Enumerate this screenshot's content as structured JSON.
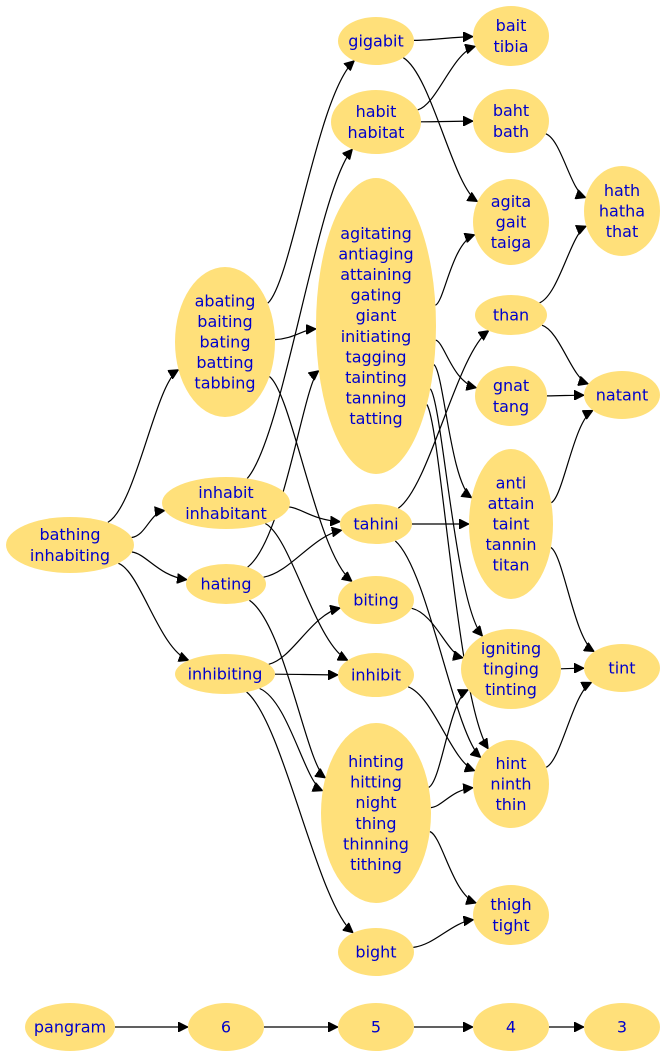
{
  "nodes": [
    {
      "id": "bathing",
      "lines": [
        "bathing",
        "inhabiting"
      ]
    },
    {
      "id": "abating",
      "lines": [
        "abating",
        "baiting",
        "bating",
        "batting",
        "tabbing"
      ]
    },
    {
      "id": "inhabit",
      "lines": [
        "inhabit",
        "inhabitant"
      ]
    },
    {
      "id": "hating",
      "lines": [
        "hating"
      ]
    },
    {
      "id": "inhibiting",
      "lines": [
        "inhibiting"
      ]
    },
    {
      "id": "gigabit",
      "lines": [
        "gigabit"
      ]
    },
    {
      "id": "habit",
      "lines": [
        "habit",
        "habitat"
      ]
    },
    {
      "id": "agitating",
      "lines": [
        "agitating",
        "antiaging",
        "attaining",
        "gating",
        "giant",
        "initiating",
        "tagging",
        "tainting",
        "tanning",
        "tatting"
      ]
    },
    {
      "id": "tahini",
      "lines": [
        "tahini"
      ]
    },
    {
      "id": "biting",
      "lines": [
        "biting"
      ]
    },
    {
      "id": "inhibit",
      "lines": [
        "inhibit"
      ]
    },
    {
      "id": "hinting",
      "lines": [
        "hinting",
        "hitting",
        "night",
        "thing",
        "thinning",
        "tithing"
      ]
    },
    {
      "id": "bight",
      "lines": [
        "bight"
      ]
    },
    {
      "id": "bait",
      "lines": [
        "bait",
        "tibia"
      ]
    },
    {
      "id": "baht",
      "lines": [
        "baht",
        "bath"
      ]
    },
    {
      "id": "agita",
      "lines": [
        "agita",
        "gait",
        "taiga"
      ]
    },
    {
      "id": "than",
      "lines": [
        "than"
      ]
    },
    {
      "id": "gnat",
      "lines": [
        "gnat",
        "tang"
      ]
    },
    {
      "id": "anti",
      "lines": [
        "anti",
        "attain",
        "taint",
        "tannin",
        "titan"
      ]
    },
    {
      "id": "igniting",
      "lines": [
        "igniting",
        "tinging",
        "tinting"
      ]
    },
    {
      "id": "hint",
      "lines": [
        "hint",
        "ninth",
        "thin"
      ]
    },
    {
      "id": "thigh",
      "lines": [
        "thigh",
        "tight"
      ]
    },
    {
      "id": "hath",
      "lines": [
        "hath",
        "hatha",
        "that"
      ]
    },
    {
      "id": "natant",
      "lines": [
        "natant"
      ]
    },
    {
      "id": "tint",
      "lines": [
        "tint"
      ]
    },
    {
      "id": "pangram",
      "lines": [
        "pangram"
      ]
    },
    {
      "id": "six",
      "lines": [
        "6"
      ]
    },
    {
      "id": "five",
      "lines": [
        "5"
      ]
    },
    {
      "id": "four",
      "lines": [
        "4"
      ]
    },
    {
      "id": "three",
      "lines": [
        "3"
      ]
    }
  ],
  "edges": [
    [
      "bathing",
      "abating"
    ],
    [
      "bathing",
      "inhabit"
    ],
    [
      "bathing",
      "hating"
    ],
    [
      "bathing",
      "inhibiting"
    ],
    [
      "abating",
      "gigabit"
    ],
    [
      "abating",
      "agitating"
    ],
    [
      "abating",
      "biting"
    ],
    [
      "inhabit",
      "habit"
    ],
    [
      "inhabit",
      "tahini"
    ],
    [
      "inhabit",
      "inhibit"
    ],
    [
      "hating",
      "agitating"
    ],
    [
      "hating",
      "tahini"
    ],
    [
      "hating",
      "hinting"
    ],
    [
      "inhibiting",
      "biting"
    ],
    [
      "inhibiting",
      "inhibit"
    ],
    [
      "inhibiting",
      "hinting"
    ],
    [
      "inhibiting",
      "bight"
    ],
    [
      "gigabit",
      "bait"
    ],
    [
      "gigabit",
      "agita"
    ],
    [
      "habit",
      "bait"
    ],
    [
      "habit",
      "baht"
    ],
    [
      "agitating",
      "agita"
    ],
    [
      "agitating",
      "gnat"
    ],
    [
      "agitating",
      "anti"
    ],
    [
      "agitating",
      "igniting"
    ],
    [
      "agitating",
      "hint"
    ],
    [
      "tahini",
      "than"
    ],
    [
      "tahini",
      "anti"
    ],
    [
      "tahini",
      "hint"
    ],
    [
      "biting",
      "igniting"
    ],
    [
      "inhibit",
      "hint"
    ],
    [
      "hinting",
      "igniting"
    ],
    [
      "hinting",
      "hint"
    ],
    [
      "hinting",
      "thigh"
    ],
    [
      "bight",
      "thigh"
    ],
    [
      "baht",
      "hath"
    ],
    [
      "than",
      "hath"
    ],
    [
      "than",
      "natant"
    ],
    [
      "gnat",
      "natant"
    ],
    [
      "anti",
      "natant"
    ],
    [
      "anti",
      "tint"
    ],
    [
      "igniting",
      "tint"
    ],
    [
      "hint",
      "tint"
    ],
    [
      "pangram",
      "six"
    ],
    [
      "six",
      "five"
    ],
    [
      "five",
      "four"
    ],
    [
      "four",
      "three"
    ]
  ],
  "colors": {
    "node_fill": "#ffe07a",
    "label_text": "#0000cc",
    "edge": "#000000",
    "background": "#ffffff"
  }
}
